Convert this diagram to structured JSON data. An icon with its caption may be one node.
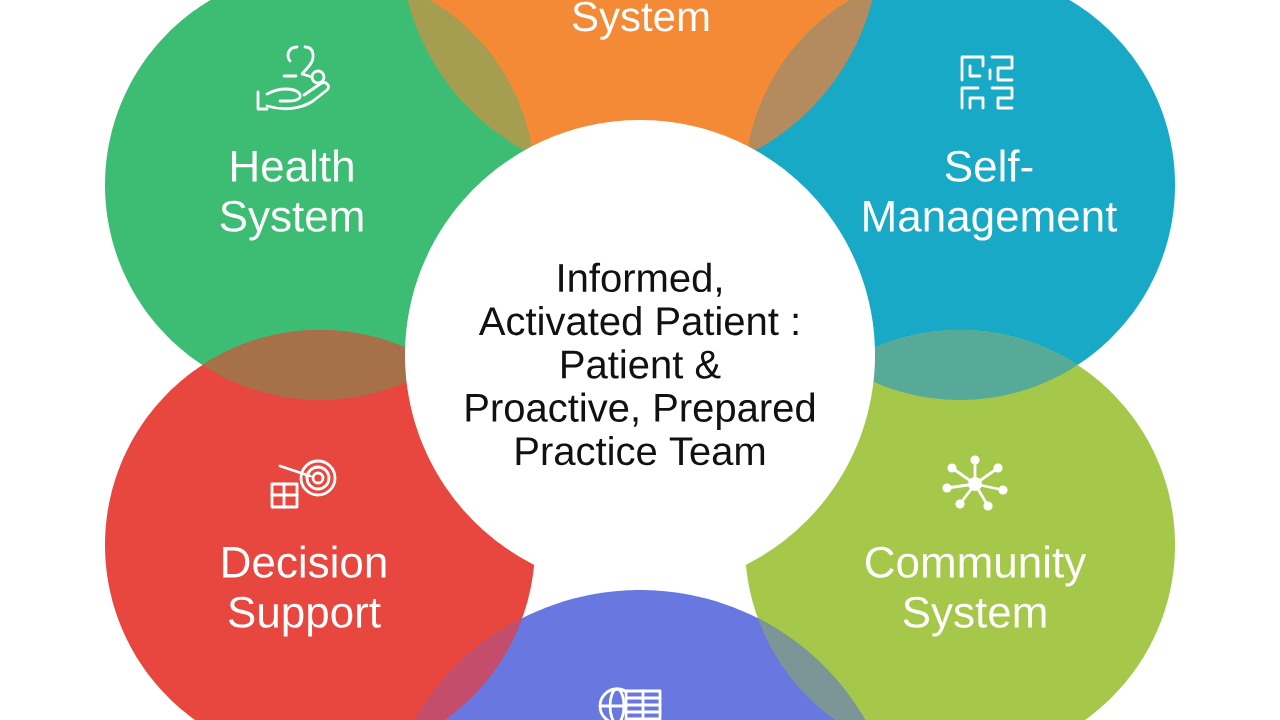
{
  "diagram": {
    "nodes": [
      {
        "text": [
          "System"
        ]
      },
      {
        "text": [
          "Health System"
        ]
      },
      {
        "text": [
          "Self- Management"
        ]
      },
      {
        "text": [
          "Informed, Activated Patient : Patient & Proactive, Prepared Practice Team"
        ]
      },
      {
        "text": [
          "Decision Support"
        ]
      },
      {
        "text": [
          "Community System"
        ]
      },
      {
        "text": [],
        "shape": "circle"
      }
    ]
  }
}
